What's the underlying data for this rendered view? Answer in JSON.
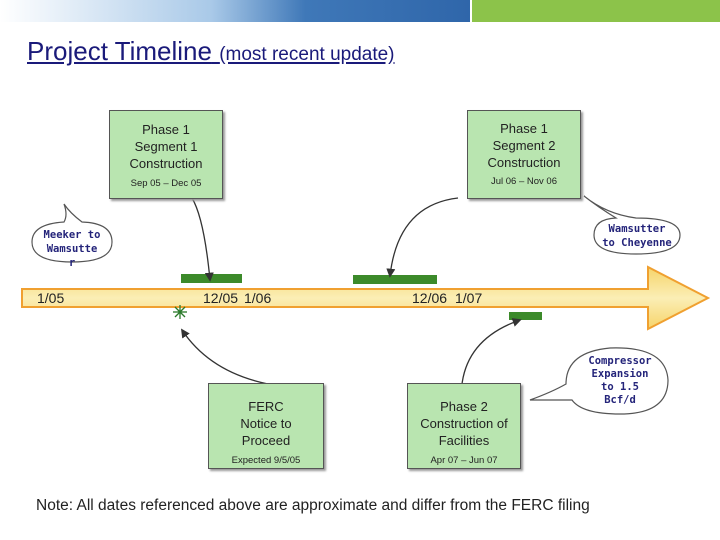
{
  "title": {
    "main": "Project Timeline",
    "sub": "(most recent update)"
  },
  "boxes": {
    "p1s1": {
      "line1": "Phase 1",
      "line2": "Segment 1",
      "line3": "Construction",
      "dates": "Sep 05 – Dec 05"
    },
    "p1s2": {
      "line1": "Phase 1",
      "line2": "Segment 2",
      "line3": "Construction",
      "dates": "Jul 06 – Nov 06"
    },
    "ferc": {
      "line1": "FERC",
      "line2": "Notice to",
      "line3": "Proceed",
      "dates": "Expected 9/5/05"
    },
    "p2": {
      "line1": "Phase 2",
      "line2": "Construction of",
      "line3": "Facilities",
      "dates": "Apr 07 – Jun 07"
    }
  },
  "bubbles": {
    "meeker": {
      "line1": "Meeker to",
      "line2": "Wamsutte",
      "line3": "r"
    },
    "wamsutter": {
      "line1": "Wamsutter",
      "line2": "to Cheyenne"
    },
    "compressor": {
      "line1": "Compressor",
      "line2": "Expansion",
      "line3": "to 1.5",
      "line4": "Bcf/d"
    }
  },
  "timeline": {
    "t1": "1/05",
    "t2": "12/05",
    "t3": "1/06",
    "t4": "12/06",
    "t5": "1/07"
  },
  "note": "Note:   All dates referenced above are approximate and differ from the FERC filing",
  "colors": {
    "box_fill": "#b9e5b0",
    "arrow_fill": "#f7e08a",
    "arrow_edge": "#f0a030",
    "bar": "#3c8a2a",
    "title": "#1a1a7a"
  }
}
